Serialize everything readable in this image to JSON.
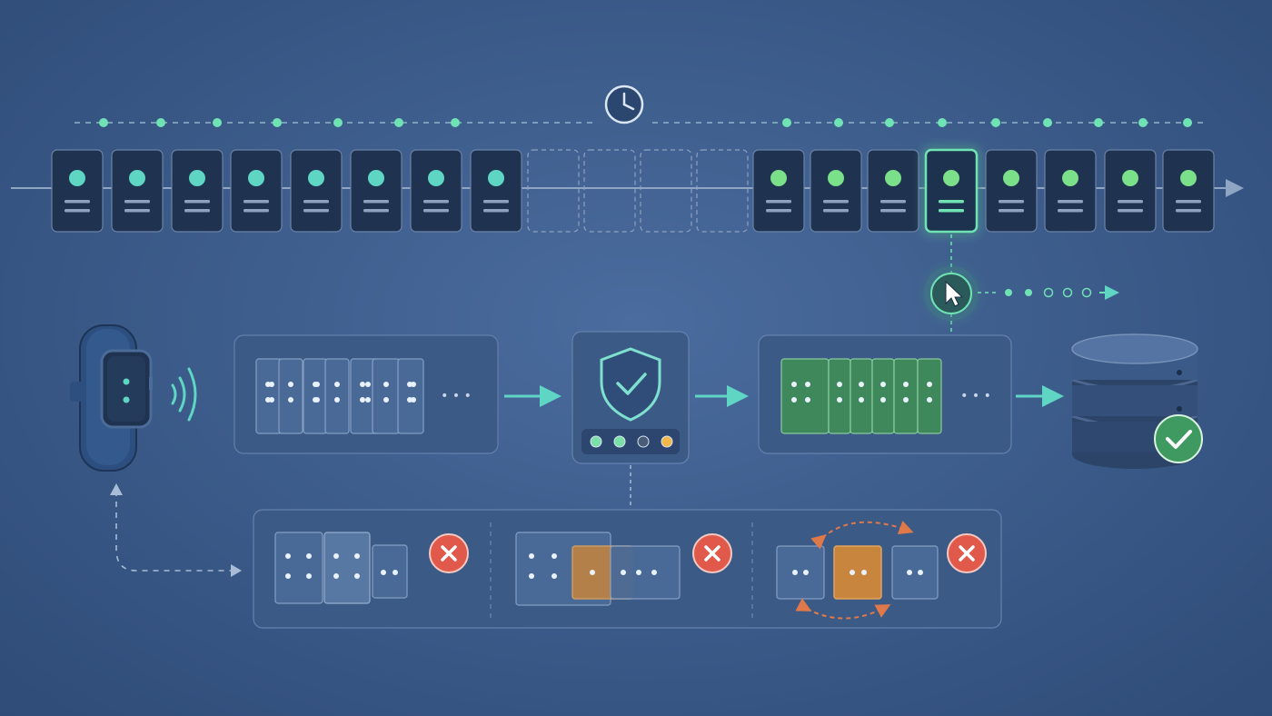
{
  "timeline": {
    "clock_icon": "clock-icon",
    "arrow_icon": "arrow-right-icon",
    "received_packets": 8,
    "missing_packets": 4,
    "late_packets": 8,
    "selected_late_packet": 4
  },
  "pipeline": {
    "device_icon": "smartwatch-icon",
    "signal_icon": "wireless-signal-icon",
    "raw_buffer_ellipsis": "• • •",
    "validated_buffer_ellipsis": "• • •",
    "validator_icon": "shield-check-icon",
    "validator_status_lights": [
      "#7be0a8",
      "#7be0a8",
      "#4a5d78",
      "#f2b84b"
    ],
    "storage_icon": "database-icon",
    "storage_status_icon": "check-circle-icon",
    "cursor_icon": "cursor-icon"
  },
  "rejections": [
    {
      "kind": "duplicate",
      "icon": "x-circle-icon"
    },
    {
      "kind": "overlap",
      "icon": "x-circle-icon"
    },
    {
      "kind": "out-of-order",
      "icon": "x-circle-icon"
    }
  ],
  "colors": {
    "teal": "#5fd6c4",
    "green": "#7be08a",
    "packet_bg": "#1f3350",
    "reject_red": "#e0594a",
    "conflict_orange": "#c7853d",
    "highlight": "#6fe3b4"
  }
}
